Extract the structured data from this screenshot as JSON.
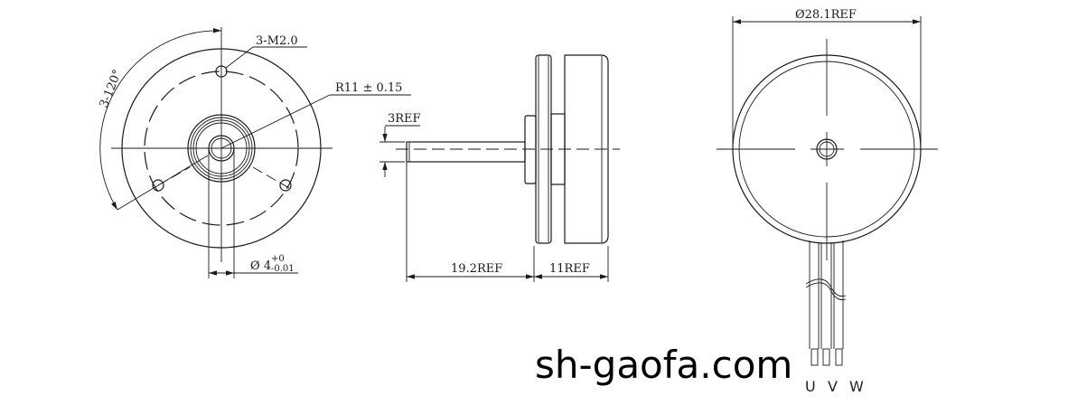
{
  "drawing": {
    "front_view": {
      "hole_callout": "3-M2.0",
      "angle_callout": "3-120°",
      "radius_callout": "R11 ± 0.15",
      "shaft_diameter": {
        "symbol": "Ø",
        "nominal": "4",
        "upper_tol": "+0",
        "lower_tol": "-0.01"
      }
    },
    "side_view": {
      "shaft_dia_ref": "3REF",
      "shaft_length": "19.2REF",
      "body_length": "11REF"
    },
    "rear_view": {
      "outer_diameter": "Ø28.1REF",
      "wire_labels": [
        "U",
        "V",
        "W"
      ]
    },
    "watermark": "sh-gaofa.com"
  }
}
